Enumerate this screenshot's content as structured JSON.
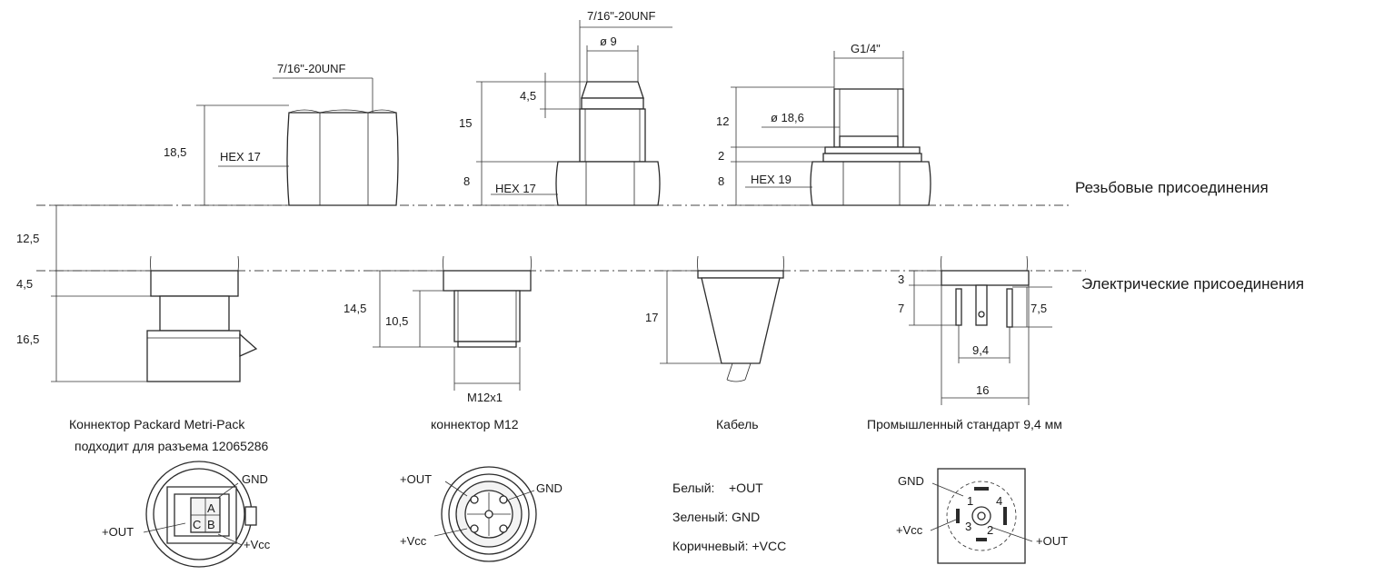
{
  "sections": {
    "threaded": "Резьбовые присоединения",
    "electrical": "Электрические присоединения"
  },
  "threaded": {
    "a": {
      "thread": "7/16\"-20UNF",
      "height": "18,5",
      "hex": "HEX 17"
    },
    "b": {
      "thread": "7/16\"-20UNF",
      "diameter": "ø 9",
      "h_top": "4,5",
      "h_thread": "15",
      "h_hex": "8",
      "hex": "HEX 17"
    },
    "c": {
      "thread": "G1/4\"",
      "diameter": "ø 18,6",
      "h_thread": "12",
      "h_collar": "2",
      "h_hex": "8",
      "hex": "HEX 19"
    }
  },
  "left_dims": {
    "d1": "12,5",
    "d2": "4,5",
    "d3": "16,5"
  },
  "electrical": {
    "m12": {
      "h_total": "14,5",
      "h_thread": "10,5",
      "thread": "M12x1"
    },
    "cable": {
      "length": "17"
    },
    "din": {
      "h_top": "3",
      "h_pins": "7",
      "h_pin_right": "7,5",
      "spacing": "9,4",
      "width": "16"
    }
  },
  "captions": {
    "packard_line1": "Коннектор Packard Metri-Pack",
    "packard_line2": "подходит для разъема 12065286",
    "m12": "коннектор М12",
    "cable": "Кабель",
    "din": "Промышленный стандарт 9,4 мм"
  },
  "pinouts": {
    "packard": {
      "gnd": "GND",
      "out": "+OUT",
      "vcc": "+Vcc",
      "label_a": "A",
      "label_b": "B",
      "label_c": "C"
    },
    "m12": {
      "out": "+OUT",
      "gnd": "GND",
      "vcc": "+Vcc"
    },
    "cable": {
      "white": "Белый:    +OUT",
      "green": "Зеленый: GND",
      "brown": "Коричневый: +VCC"
    },
    "din": {
      "gnd": "GND",
      "vcc": "+Vcc",
      "out": "+OUT",
      "p1": "1",
      "p2": "2",
      "p3": "3",
      "p4": "4"
    }
  }
}
